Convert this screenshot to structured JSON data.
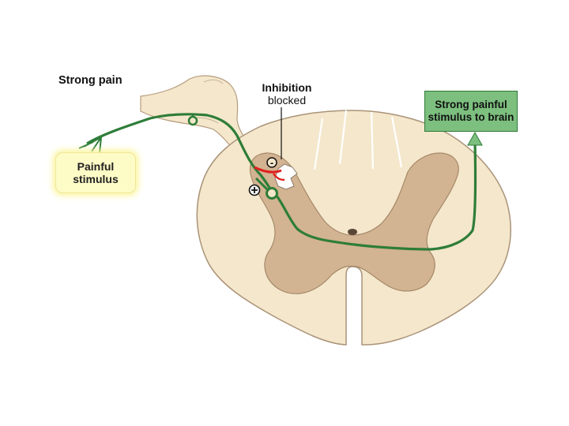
{
  "labels": {
    "strong_pain": "Strong pain",
    "inhibition": "Inhibition",
    "blocked": "blocked",
    "painful_stimulus_line1": "Painful",
    "painful_stimulus_line2": "stimulus",
    "to_brain_line1": "Strong painful",
    "to_brain_line2": "stimulus to brain",
    "minus_sign": "-",
    "plus_sign": "+"
  },
  "colors": {
    "white_matter": "#f4e7cc",
    "gray_matter": "#d2b392",
    "nerve_pathway": "#2e7d38",
    "inhibitory_neuron": "#e01f1f",
    "stimulus_box": "#fdfbc6",
    "brain_box": "#7cbf7e"
  }
}
